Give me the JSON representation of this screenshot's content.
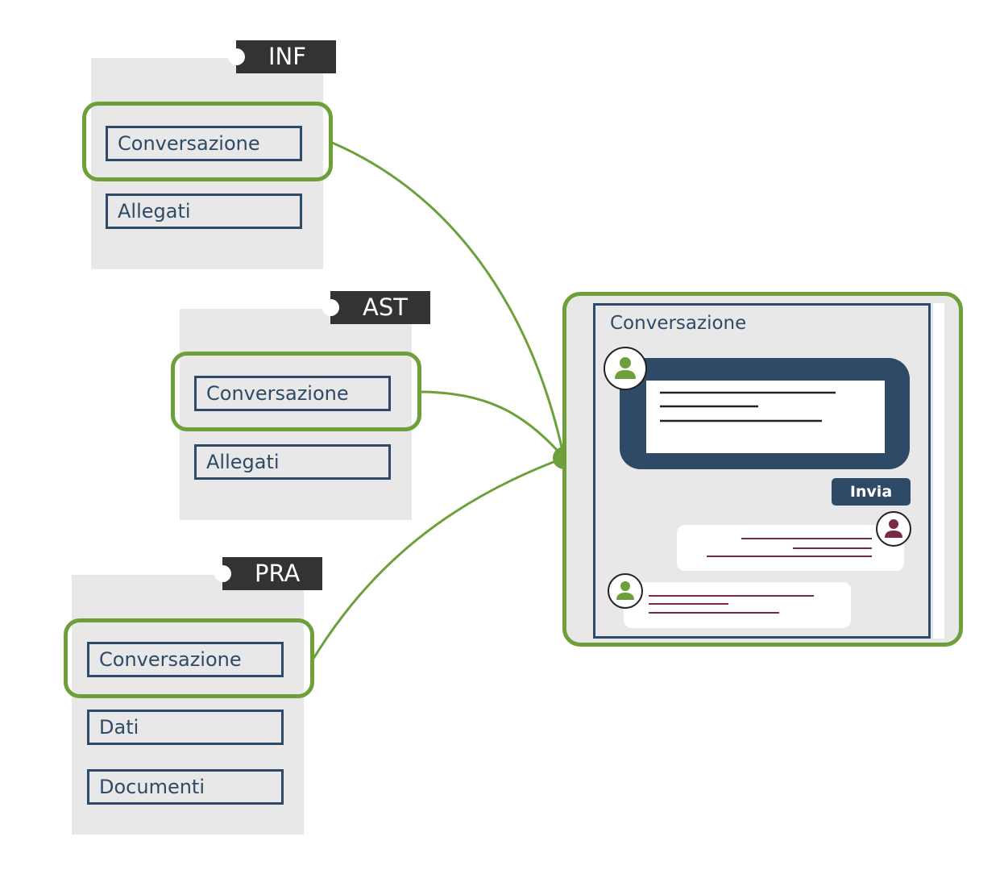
{
  "colors": {
    "accent_green": "#6da03b",
    "navy": "#2f4a66",
    "panel_gray": "#e8e8e8",
    "tag_dark": "#333333",
    "message_line_red": "#7a2a45"
  },
  "modules": [
    {
      "tag": "INF",
      "items": [
        "Conversazione",
        "Allegati"
      ],
      "highlighted": "Conversazione"
    },
    {
      "tag": "AST",
      "items": [
        "Conversazione",
        "Allegati"
      ],
      "highlighted": "Conversazione"
    },
    {
      "tag": "PRA",
      "items": [
        "Conversazione",
        "Dati",
        "Documenti"
      ],
      "highlighted": "Conversazione"
    }
  ],
  "conversation": {
    "title": "Conversazione",
    "send_label": "Invia",
    "icons": [
      "user-icon",
      "user-icon-other"
    ]
  }
}
